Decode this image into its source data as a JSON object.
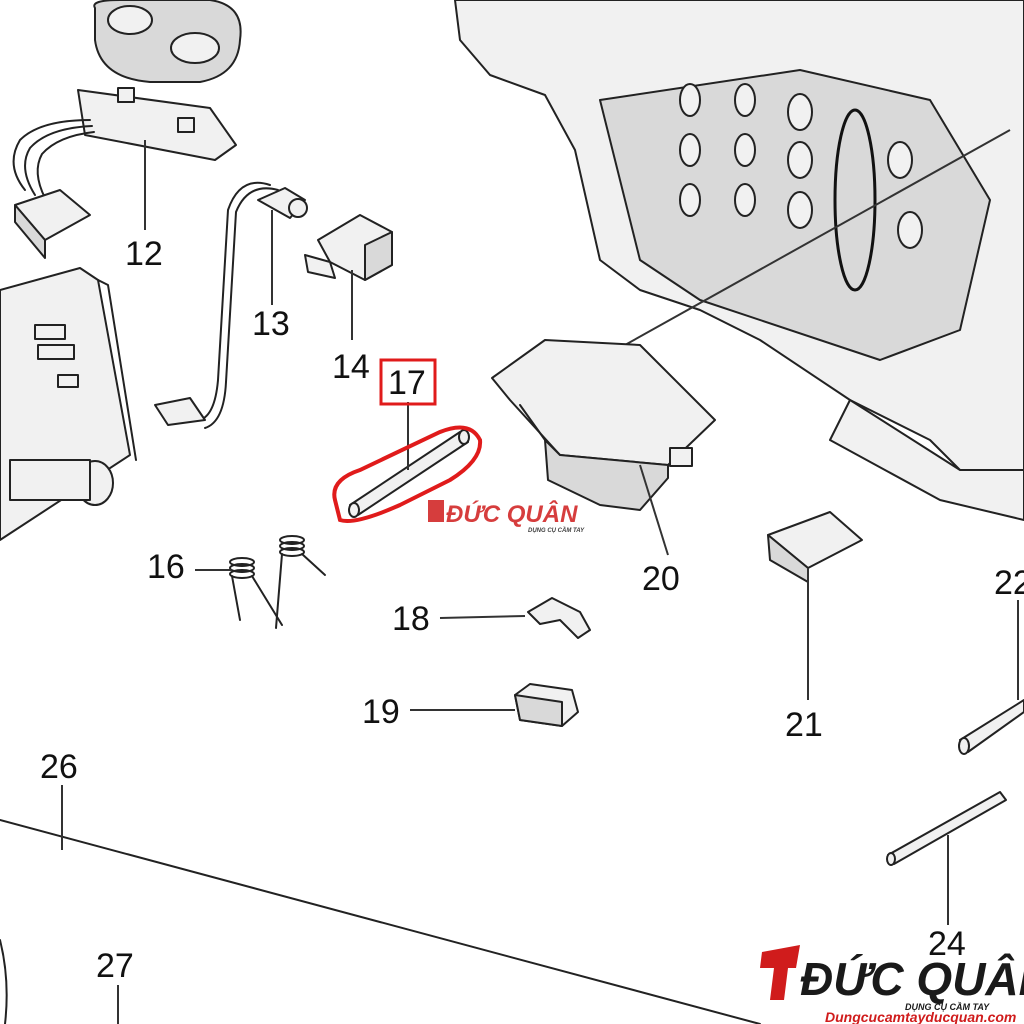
{
  "diagram": {
    "labels": {
      "p12": "12",
      "p13": "13",
      "p14": "14",
      "p16": "16",
      "p17": "17",
      "p18": "18",
      "p19": "19",
      "p20": "20",
      "p21": "21",
      "p22": "22",
      "p24": "24",
      "p26": "26",
      "p27": "27"
    },
    "highlight": {
      "part": "17",
      "color": "#e01b1b"
    }
  },
  "watermark": {
    "center_brand": "ĐỨC QUÂN",
    "center_tagline": "DỤNG CỤ CẦM TAY",
    "corner_brand": "ĐỨC QUÂN",
    "corner_tagline": "DỤNG CỤ CẦM TAY",
    "corner_url": "Dungcucamtayducquan.com",
    "brand_color": "#d01c1c",
    "dark_color": "#1a1a1a"
  }
}
